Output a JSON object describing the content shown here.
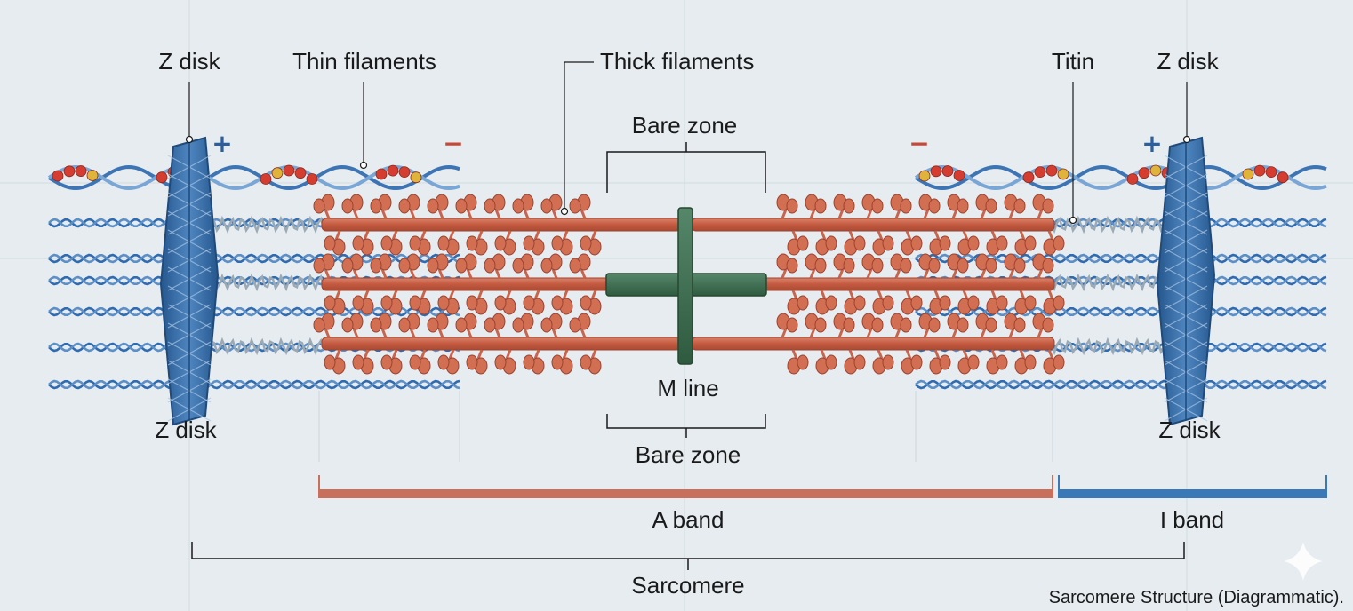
{
  "labels": {
    "z_disk_top_left": "Z disk",
    "thin_filaments": "Thin filaments",
    "thick_filaments": "Thick filaments",
    "titin": "Titin",
    "z_disk_top_right": "Z disk",
    "bare_zone_top": "Bare zone",
    "m_line": "M line",
    "bare_zone_bottom": "Bare zone",
    "z_disk_bottom_left": "Z disk",
    "z_disk_bottom_right": "Z disk",
    "a_band": "A band",
    "i_band": "I band",
    "sarcomere": "Sarcomere"
  },
  "polarity": {
    "plus_left": "+",
    "minus_left": "−",
    "minus_right": "−",
    "plus_right": "+"
  },
  "caption": "Sarcomere Structure (Diagrammatic).",
  "colors": {
    "background": "#e6ecf0",
    "actin": "#2f6bb0",
    "myosin": "#c9644b",
    "myosin_head": "#d26e52",
    "m_line": "#3f6b4e",
    "z_disk": "#3a6fa8",
    "titin": "#9aa9b4",
    "troponin_red": "#d43d2f",
    "troponin_yellow": "#e0b43a",
    "a_band_bar": "#c9705c",
    "i_band_bar": "#3a78b8",
    "plus_sign": "#2e5f9a",
    "minus_sign": "#c24a3a"
  },
  "icons": {
    "watermark": "sparkle-icon"
  }
}
